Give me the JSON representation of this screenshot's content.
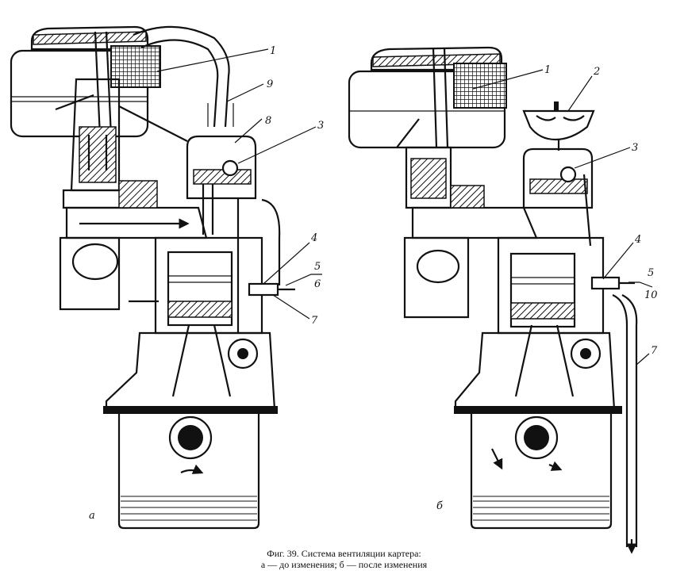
{
  "caption": {
    "title": "Фиг. 39. Система вентиляции картера:",
    "subtitle": "а — до изменения; б — после изменения"
  },
  "panel_a": {
    "letter": "а",
    "callouts": {
      "c1": "1",
      "c9": "9",
      "c8": "8",
      "c3": "3",
      "c4": "4",
      "c5": "5",
      "c6": "6",
      "c7": "7"
    }
  },
  "panel_b": {
    "letter": "б",
    "callouts": {
      "c1": "1",
      "c2": "2",
      "c3": "3",
      "c4": "4",
      "c5": "5",
      "c10": "10",
      "c7": "7"
    }
  }
}
